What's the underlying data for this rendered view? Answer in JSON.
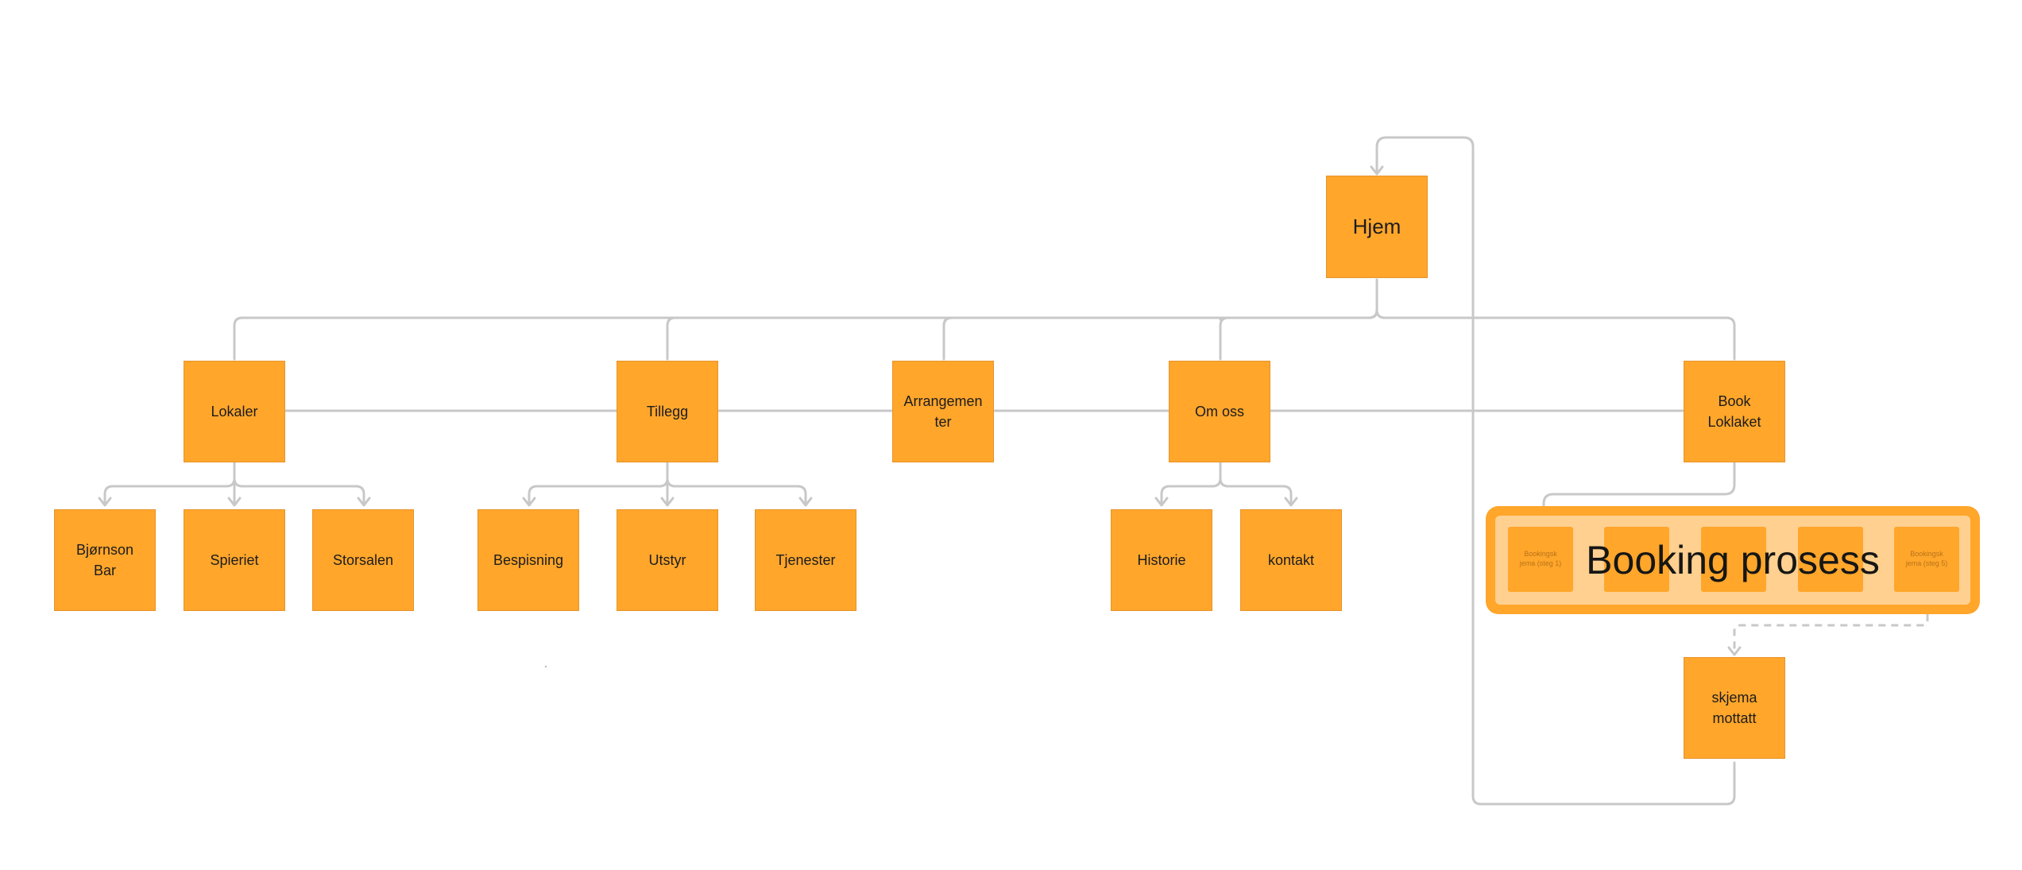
{
  "colors": {
    "node_fill": "#FFA62B",
    "group_inner": "#FFD08F",
    "connector": "#C8C8C8"
  },
  "nodes": {
    "hjem": "Hjem",
    "lokaler": "Lokaler",
    "tillegg": "Tillegg",
    "arrangementer": [
      "Arrangemen",
      "ter"
    ],
    "om_oss": "Om oss",
    "book_lokalet": [
      "Book",
      "Loklaket"
    ],
    "bjornson_bar": [
      "Bjørnson",
      "Bar"
    ],
    "spieriet": "Spieriet",
    "storsalen": "Storsalen",
    "bespisning": "Bespisning",
    "utstyr": "Utstyr",
    "tjenester": "Tjenester",
    "historie": "Historie",
    "kontakt": "kontakt",
    "skjema_mottatt": [
      "skjema",
      "mottatt"
    ]
  },
  "booking_group": {
    "title": "Booking prosess",
    "steps": [
      "Bookingsk\njema (steg 1)",
      "",
      "",
      "",
      "Bookingsk\njema (steg 5)"
    ]
  }
}
